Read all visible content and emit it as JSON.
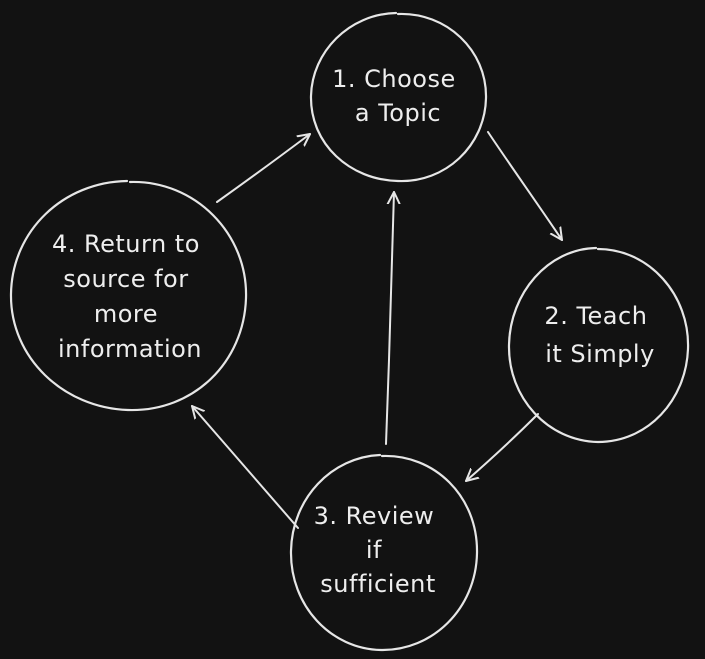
{
  "colors": {
    "background": "#121212",
    "stroke": "#e6e6e6",
    "text": "#eeeeee"
  },
  "nodes": [
    {
      "id": "choose-topic",
      "lines": [
        "1. Choose",
        "a Topic"
      ]
    },
    {
      "id": "teach-simply",
      "lines": [
        "2. Teach",
        "it Simply"
      ]
    },
    {
      "id": "review",
      "lines": [
        "3. Review",
        "if",
        "sufficient"
      ]
    },
    {
      "id": "return-source",
      "lines": [
        "4. Return to",
        "source for",
        "more",
        "information"
      ]
    }
  ],
  "edges": [
    {
      "from": "choose-topic",
      "to": "teach-simply"
    },
    {
      "from": "teach-simply",
      "to": "review"
    },
    {
      "from": "review",
      "to": "choose-topic"
    },
    {
      "from": "review",
      "to": "return-source"
    },
    {
      "from": "return-source",
      "to": "choose-topic"
    }
  ]
}
